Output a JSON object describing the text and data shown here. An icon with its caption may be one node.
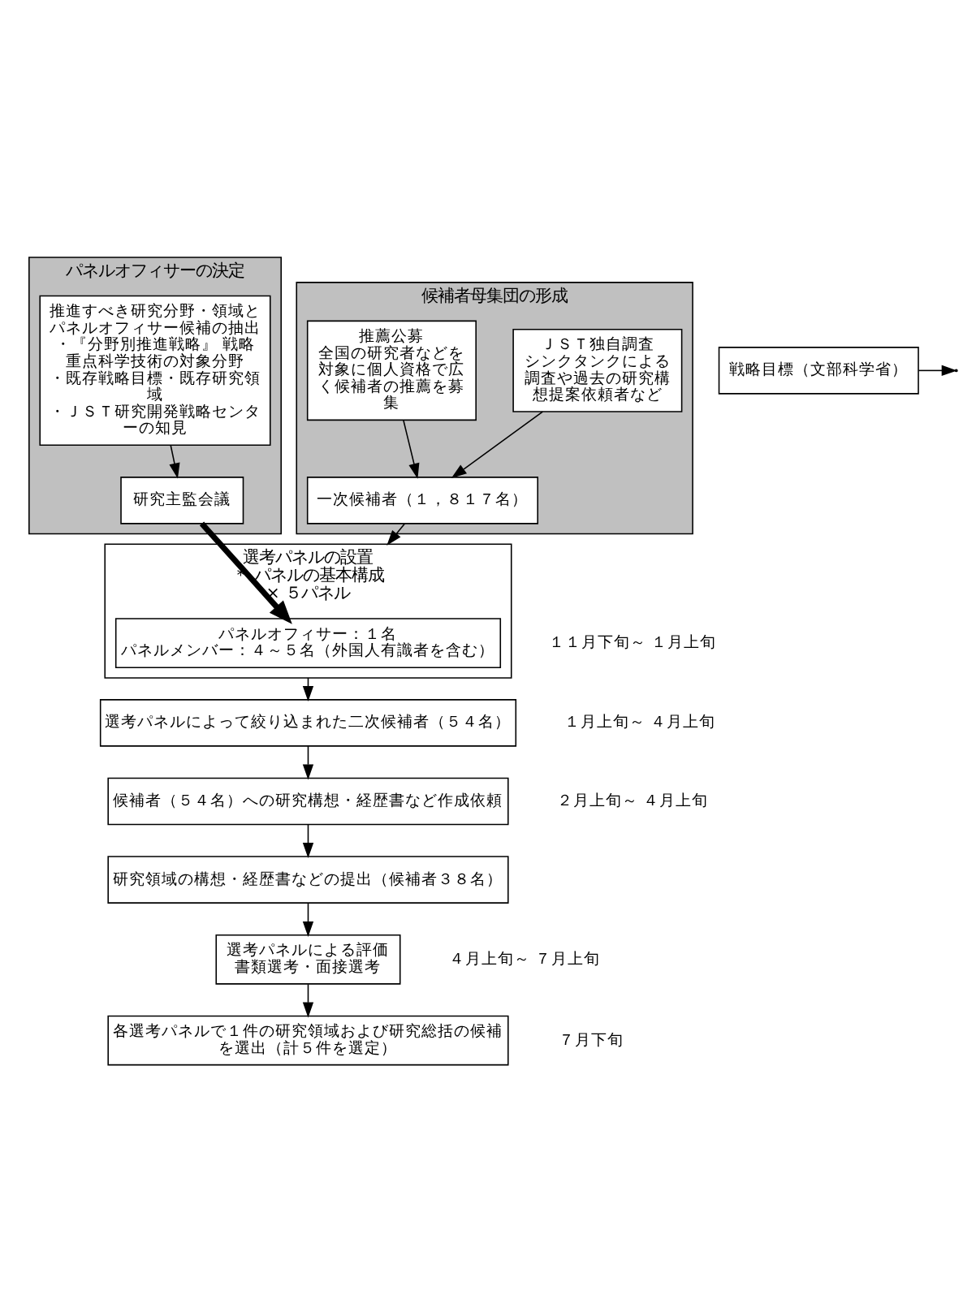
{
  "diagram": {
    "nodes": [
      {
        "text": [
          "パネルオフィサーの決定"
        ]
      },
      {
        "text": [
          "推進すべき研究分野・領域とパネルオフィサー候補の抽出",
          "・『分野別推進戦略』 戦略重点科学技術の対象分野",
          "・既存戦略目標・既存研究領域",
          "・ＪＳＴ研究開発戦略センターの知見"
        ],
        "in": 0
      },
      {
        "text": [
          "研究主監会議"
        ],
        "in": 0
      },
      {
        "text": [
          "候補者母集団の形成"
        ]
      },
      {
        "text": [
          "推薦公募",
          "全国の研究者などを対象に個人資格で広く候補者の推薦を募集"
        ],
        "in": 3
      },
      {
        "text": [
          "ＪＳＴ独自調査",
          "シンクタンクによる調査や過去の研究構想提案依頼者など"
        ],
        "in": 3
      },
      {
        "text": [
          "一次候補者（１，８１７名）"
        ],
        "in": 3
      },
      {
        "text": [
          "選考パネルの設置",
          "＊ パネルの基本構成",
          "× ５パネル"
        ],
        "beside": [
          "１１月下旬～ １月上旬"
        ]
      },
      {
        "text": [
          "パネルオフィサー：１名",
          "パネルメンバー：４～５名（外国人有識者を含む）"
        ],
        "in": 7
      },
      {
        "text": [
          "選考パネルによって絞り込まれた二次候補者（５４名）"
        ],
        "beside": [
          "１月上旬～ ４月上旬"
        ]
      },
      {
        "text": [
          "候補者（５４名）への研究構想・経歴書など作成依頼"
        ],
        "beside": [
          "２月上旬～ ４月上旬"
        ]
      },
      {
        "text": [
          "戦略目標（文部科学省）"
        ]
      },
      {
        "text": [
          "研究領域の構想・経歴書などの提出（候補者３８名）"
        ]
      },
      {
        "text": [
          "選考パネルによる評価",
          "書類選考・面接選考"
        ],
        "beside": [
          "４月上旬～ ７月上旬"
        ]
      },
      {
        "text": [
          "各選考パネルで１件の研究領域および研究総括の候補を選出（計５件を選定）"
        ],
        "beside": [
          "７月下旬"
        ]
      }
    ],
    "edges": [
      {
        "from": 1,
        "to": 2,
        "arrow": "to"
      },
      {
        "from": 4,
        "to": 6,
        "arrow": "to"
      },
      {
        "from": 5,
        "to": 6,
        "arrow": "to"
      },
      {
        "from": 6,
        "to": 7,
        "arrow": "to"
      },
      {
        "from": 2,
        "to": 8,
        "arrow": "to",
        "style": "thick"
      },
      {
        "from": 7,
        "to": 9,
        "arrow": "to"
      },
      {
        "from": 9,
        "to": 10,
        "arrow": "to"
      },
      {
        "from": 10,
        "to": 12,
        "arrow": "to"
      },
      {
        "from": 11,
        "to": null,
        "arrow": "to"
      },
      {
        "from": 12,
        "to": 13,
        "arrow": "to"
      },
      {
        "from": 13,
        "to": 14,
        "arrow": "to"
      }
    ]
  }
}
